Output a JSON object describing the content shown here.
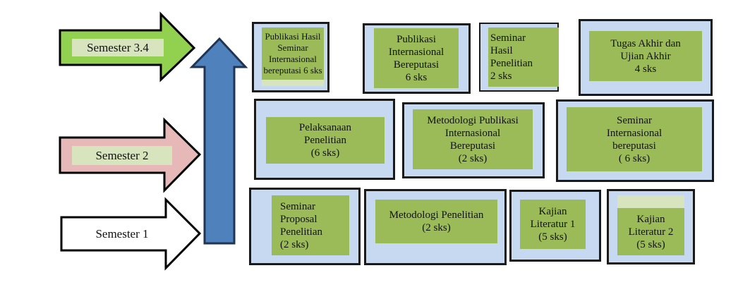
{
  "semesters": [
    {
      "label": "Semester 3.4",
      "color": "#92d050"
    },
    {
      "label": "Semester 2",
      "color": "#e6b9b8"
    },
    {
      "label": "Semester 1",
      "color": "#ffffff"
    }
  ],
  "progress_arrow_color": "#4f81bd",
  "courses": [
    {
      "text": "Publikasi Hasil\nSeminar\nInternasional\nbereputasi 6 sks"
    },
    {
      "text": "Publikasi\nInternasional\nBereputasi\n6 sks"
    },
    {
      "text": "Seminar\nHasil\nPenelitian\n2 sks"
    },
    {
      "text": "Tugas Akhir dan\nUjian Akhir\n4 sks"
    },
    {
      "text": "Pelaksanaan\nPenelitian\n(6 sks)"
    },
    {
      "text": "Metodologi Publikasi\nInternasional\nBereputasi\n(2 sks)"
    },
    {
      "text": "Seminar\nInternasional\nbereputasi\n( 6 sks)"
    },
    {
      "text": "Seminar\nProposal\nPenelitian\n(2 sks)"
    },
    {
      "text": "Metodologi Penelitian\n(2 sks)"
    },
    {
      "text": "Kajian\nLiteratur 1\n(5 sks)"
    },
    {
      "text": "Kajian\nLiteratur 2\n(5 sks)"
    }
  ]
}
